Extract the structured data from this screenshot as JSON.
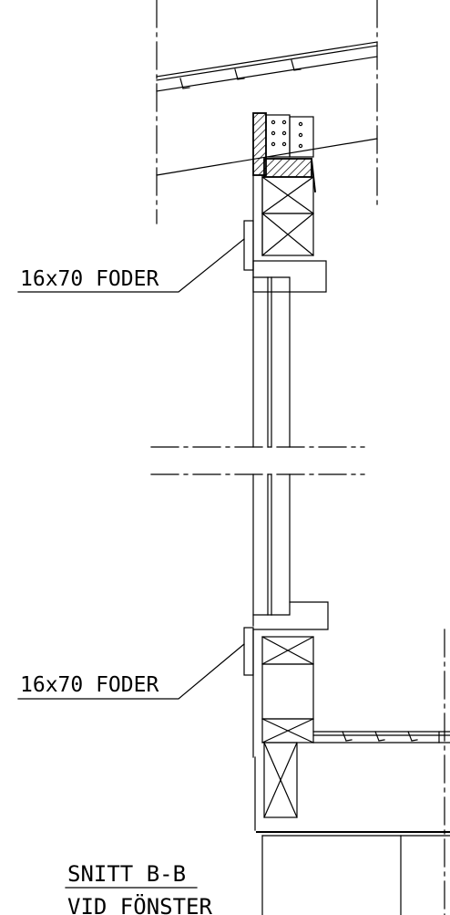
{
  "labels": {
    "upper_foder": "16x70 FODER",
    "lower_foder": "16x70 FODER"
  },
  "title": {
    "line1": "SNITT B-B",
    "line2": "VID FÖNSTER"
  }
}
